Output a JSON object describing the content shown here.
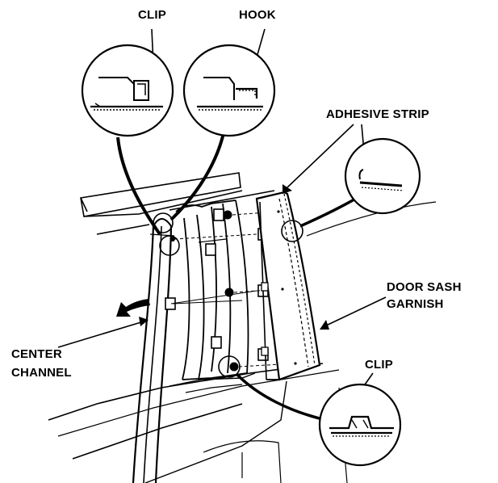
{
  "labels": {
    "clip_top": "CLIP",
    "hook": "HOOK",
    "adhesive_strip": "ADHESIVE STRIP",
    "door_sash_line1": "DOOR SASH",
    "door_sash_line2": "GARNISH",
    "center_line1": "CENTER",
    "center_line2": "CHANNEL",
    "clip_bottom": "CLIP"
  },
  "colors": {
    "ink": "#000000",
    "paper": "#ffffff"
  }
}
